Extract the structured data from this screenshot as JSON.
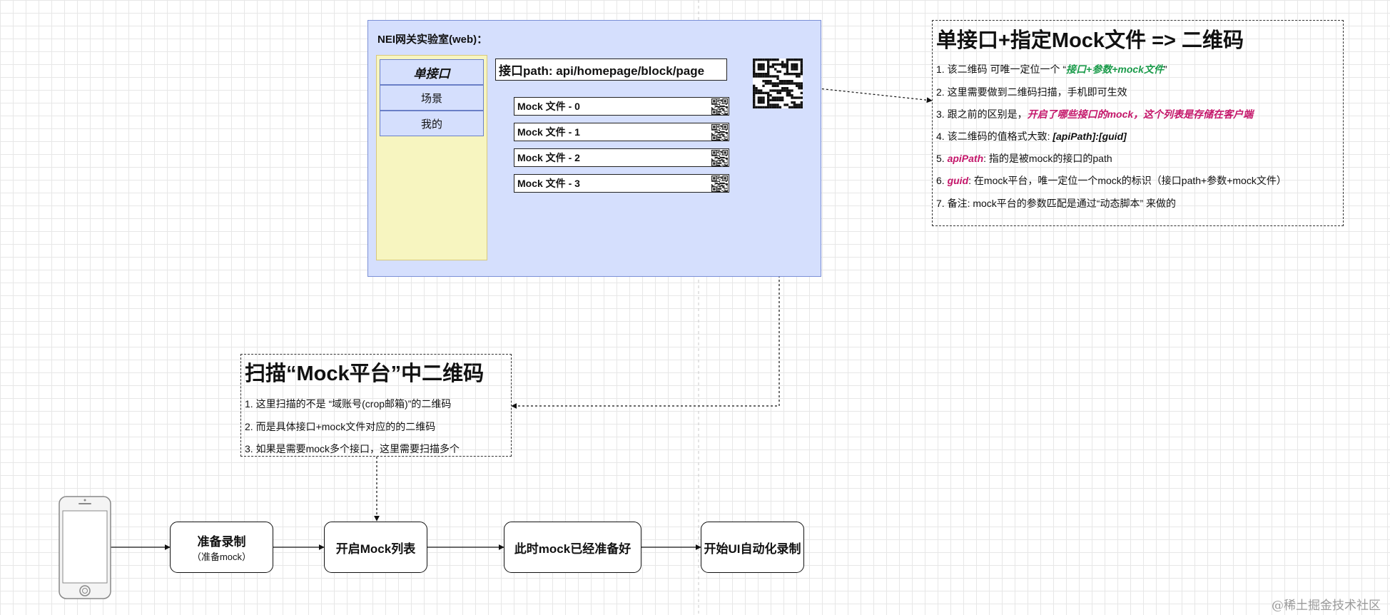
{
  "nei": {
    "title": "NEI网关实验室(web)：",
    "sidebar_items": [
      "单接口",
      "场景",
      "我的"
    ],
    "path_label": "接口path: api/homepage/block/page",
    "mock_files": [
      "Mock 文件 - 0",
      "Mock 文件 - 1",
      "Mock 文件 - 2",
      "Mock 文件 - 3"
    ]
  },
  "right_note": {
    "title": "单接口+指定Mock文件 => 二维码",
    "line1_a": "1. 该二维码 可唯一定位一个 “",
    "line1_em": "接口+参数+mock文件",
    "line1_b": "”",
    "line2": "2. 这里需要做到二维码扫描，手机即可生效",
    "line3_a": "3. 跟之前的区别是，",
    "line3_em": "开启了哪些接口的mock，这个列表是存储在客户端",
    "line4_a": "4. 该二维码的值格式大致: ",
    "line4_em": "[apiPath]:[guid]",
    "line5_a": "5. ",
    "line5_em": "apiPath",
    "line5_b": ": 指的是被mock的接口的path",
    "line6_a": "6. ",
    "line6_em": "guid",
    "line6_b": ": 在mock平台，唯一定位一个mock的标识（接口path+参数+mock文件）",
    "line7": "7. 备注: mock平台的参数匹配是通过“动态脚本” 来做的"
  },
  "left_note": {
    "title": "扫描“Mock平台”中二维码",
    "lines": [
      "1. 这里扫描的不是 “域账号(crop邮箱)”的二维码",
      "2. 而是具体接口+mock文件对应的的二维码",
      "3. 如果是需要mock多个接口，这里需要扫描多个"
    ]
  },
  "flow": [
    {
      "title": "准备录制",
      "sub": "（准备mock）"
    },
    {
      "title": "开启Mock列表",
      "sub": ""
    },
    {
      "title": "此时mock已经准备好",
      "sub": ""
    },
    {
      "title": "开始UI自动化录制",
      "sub": ""
    }
  ],
  "icons": {
    "phone": "iphone-icon",
    "qr": "qr-code-icon"
  },
  "colors": {
    "panel": "#d5dffd",
    "sidebar": "#f7f5c0",
    "green_emphasis": "#1a9b4a",
    "magenta_emphasis": "#c4166a"
  },
  "watermark": "@稀土掘金技术社区"
}
